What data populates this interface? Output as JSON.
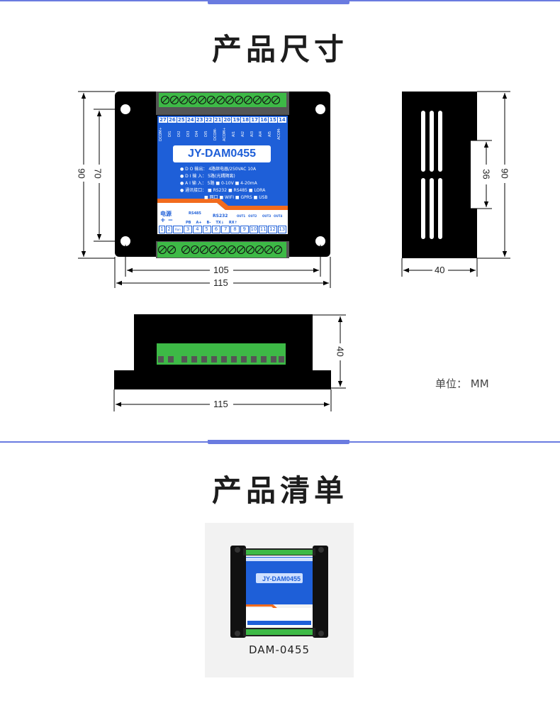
{
  "sections": [
    {
      "title": "产品尺寸"
    },
    {
      "title": "产品清单"
    }
  ],
  "colors": {
    "accent": "#6a7be0",
    "terminal_green": "#3db946",
    "panel_blue": "#1e5fd8",
    "stripe_orange": "#f26b1d",
    "case_black": "#000000"
  },
  "front_view": {
    "model": "JY-DAM0455",
    "top_terminal_numbers": [
      "27",
      "26",
      "25",
      "24",
      "23",
      "22",
      "21",
      "20",
      "19",
      "18",
      "17",
      "16",
      "15",
      "14"
    ],
    "top_terminal_labels": [
      "DCOM+",
      "DI1",
      "DI2",
      "DI3",
      "DI4",
      "DI5",
      "DCOM-",
      "ACOM+",
      "AI1",
      "AI2",
      "AI3",
      "AI4",
      "AI5",
      "ACOM-"
    ],
    "specs": [
      "● D O 输出：  4路继电器/250VAC 10A",
      "● D I 输 入：  5路(光耦隔离)",
      "● A I 输 入：  5路 ■ 0-10V  ■ 4-20mA",
      "● 通讯接口：  ■ RS232  ■ RS485  ■ LORA",
      "■ 网口  ■ WIFI  ■ GPRS ■ USB"
    ],
    "power_label": "电源",
    "power_signs": "+ −",
    "rs485_label": "RS485",
    "rs232_label": "RS232",
    "pin_labels": [
      "PB",
      "A+",
      "B-",
      "TX↓",
      "RX↑"
    ],
    "out_labels": [
      "OUT1",
      "OUT2",
      "OUT3",
      "OUT4"
    ],
    "run_label": "Run",
    "bottom_terminal_numbers": [
      "1",
      "2",
      "3",
      "4",
      "5",
      "6",
      "7",
      "8",
      "9",
      "10",
      "11",
      "12",
      "13"
    ]
  },
  "dimensions": {
    "front_height_outer": "90",
    "front_height_holes": "70",
    "front_width_holes": "105",
    "front_width_outer": "115",
    "side_height": "90",
    "side_inner": "36",
    "side_depth": "40",
    "bottom_height": "40",
    "bottom_width": "115"
  },
  "unit_label": "单位：  MM",
  "product_list": {
    "items": [
      {
        "name": "DAM-0455",
        "model": "JY-DAM0455"
      }
    ]
  }
}
